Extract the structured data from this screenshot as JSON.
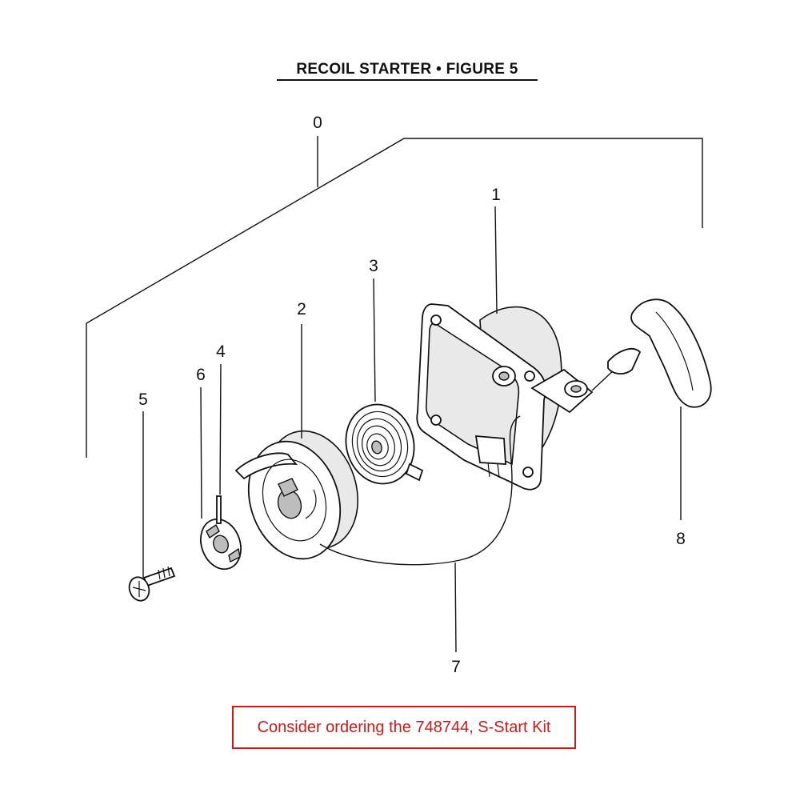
{
  "figure": {
    "title": "RECOIL STARTER  •  FIGURE 5"
  },
  "callouts": [
    {
      "id": "c0",
      "label": "0"
    },
    {
      "id": "c1",
      "label": "1"
    },
    {
      "id": "c2",
      "label": "2"
    },
    {
      "id": "c3",
      "label": "3"
    },
    {
      "id": "c4",
      "label": "4"
    },
    {
      "id": "c5",
      "label": "5"
    },
    {
      "id": "c6",
      "label": "6"
    },
    {
      "id": "c7",
      "label": "7"
    },
    {
      "id": "c8",
      "label": "8"
    }
  ],
  "note": {
    "text": "Consider ordering the 748744, S-Start Kit",
    "color": "#d11919"
  }
}
